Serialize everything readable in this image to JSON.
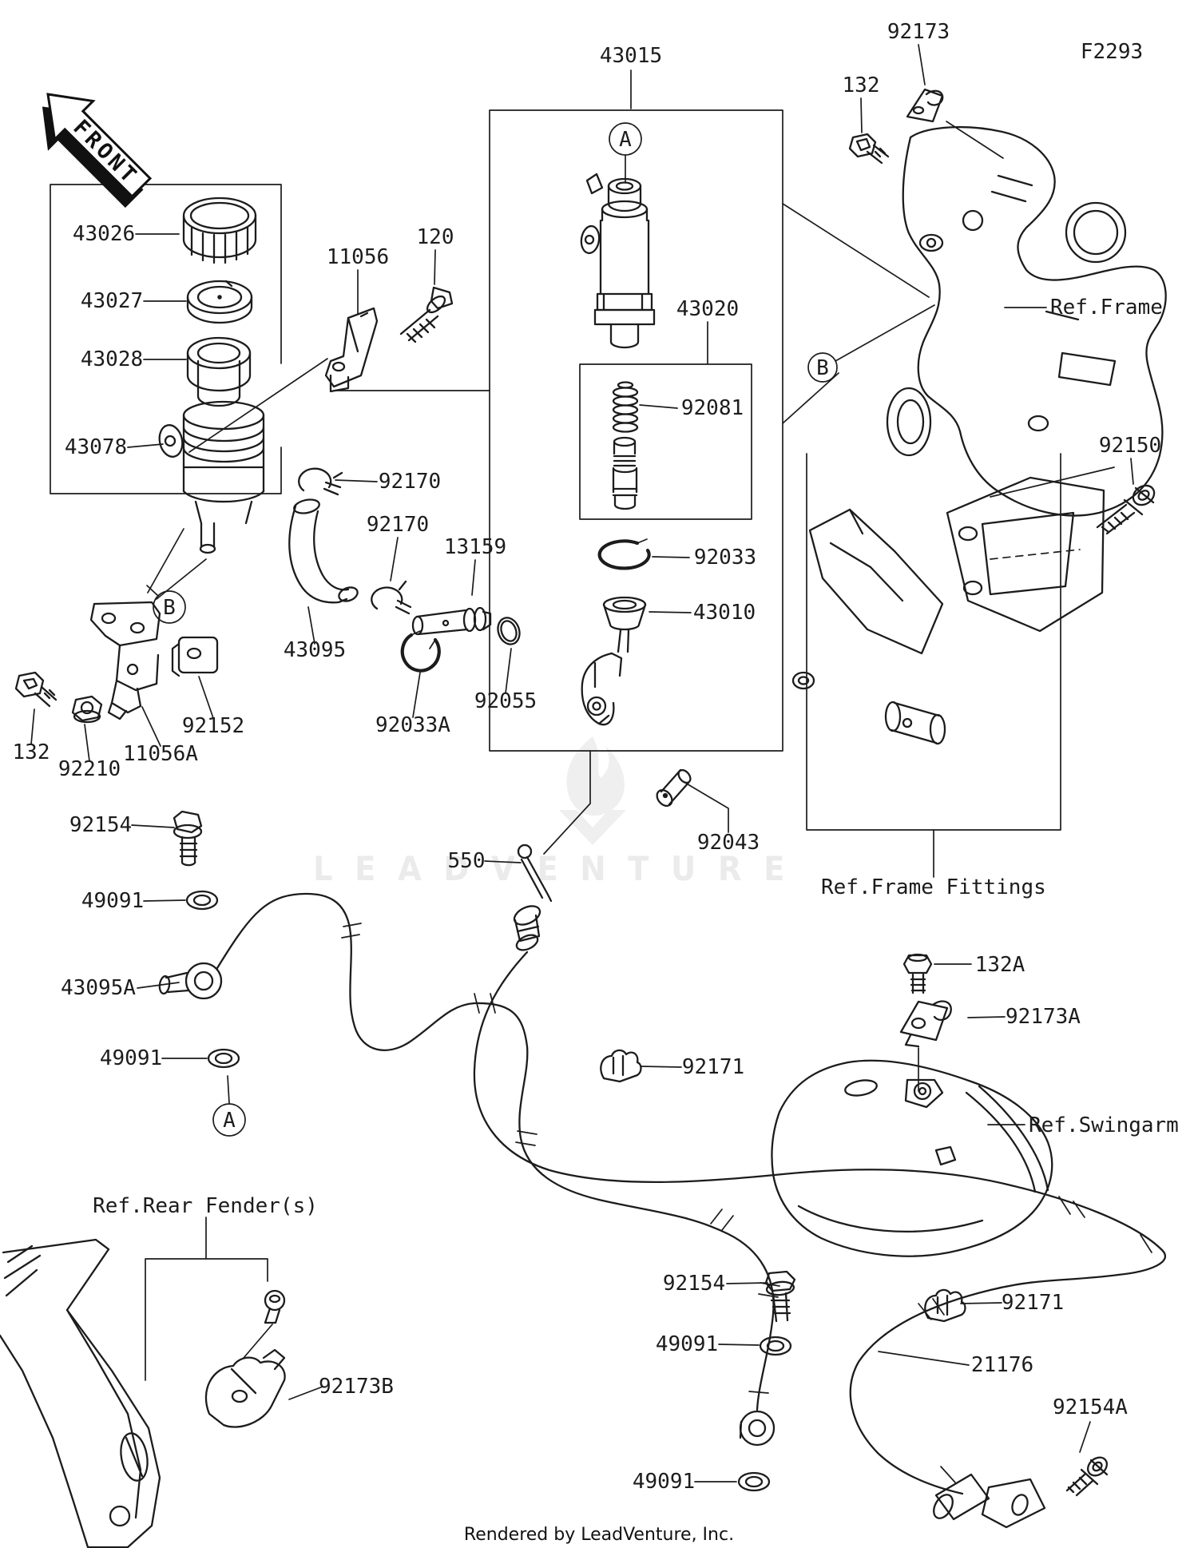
{
  "page": {
    "code": "F2293",
    "front_arrow": "FRONT",
    "footer": "Rendered by LeadVenture, Inc.",
    "watermark": "LEADVENTURE"
  },
  "markers": {
    "a": "A",
    "b": "B"
  },
  "parts": {
    "43015": "43015",
    "43020": "43020",
    "43026": "43026",
    "43027": "43027",
    "43028": "43028",
    "43078": "43078",
    "43010": "43010",
    "43095": "43095",
    "43095A": "43095A",
    "11056": "11056",
    "11056A": "11056A",
    "120": "120",
    "132": "132",
    "132A": "132A",
    "13159": "13159",
    "21176": "21176",
    "550": "550",
    "49091": "49091",
    "92033": "92033",
    "92033A": "92033A",
    "92043": "92043",
    "92055": "92055",
    "92081": "92081",
    "92150": "92150",
    "92152": "92152",
    "92154": "92154",
    "92154A": "92154A",
    "92170": "92170",
    "92171": "92171",
    "92173": "92173",
    "92173A": "92173A",
    "92173B": "92173B",
    "92210": "92210"
  },
  "refs": {
    "frame": "Ref.Frame",
    "frame_fittings": "Ref.Frame Fittings",
    "swingarm": "Ref.Swingarm",
    "rear_fenders": "Ref.Rear Fender(s)"
  }
}
